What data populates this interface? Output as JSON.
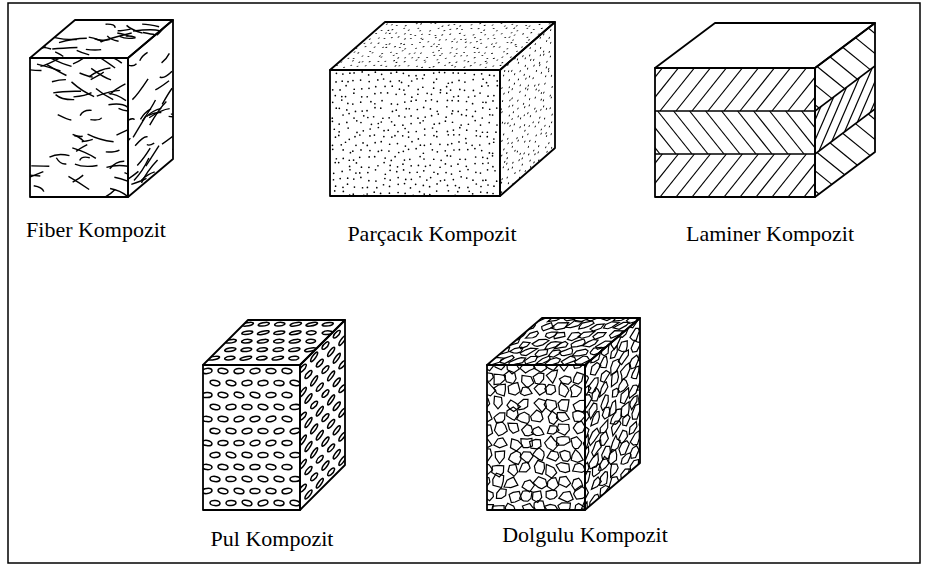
{
  "diagram": {
    "labels": [
      "Fiber Kompozit",
      "Parçacık Kompozit",
      "Laminer Kompozit",
      "Pul Kompozit",
      "Dolgulu Kompozit"
    ]
  }
}
